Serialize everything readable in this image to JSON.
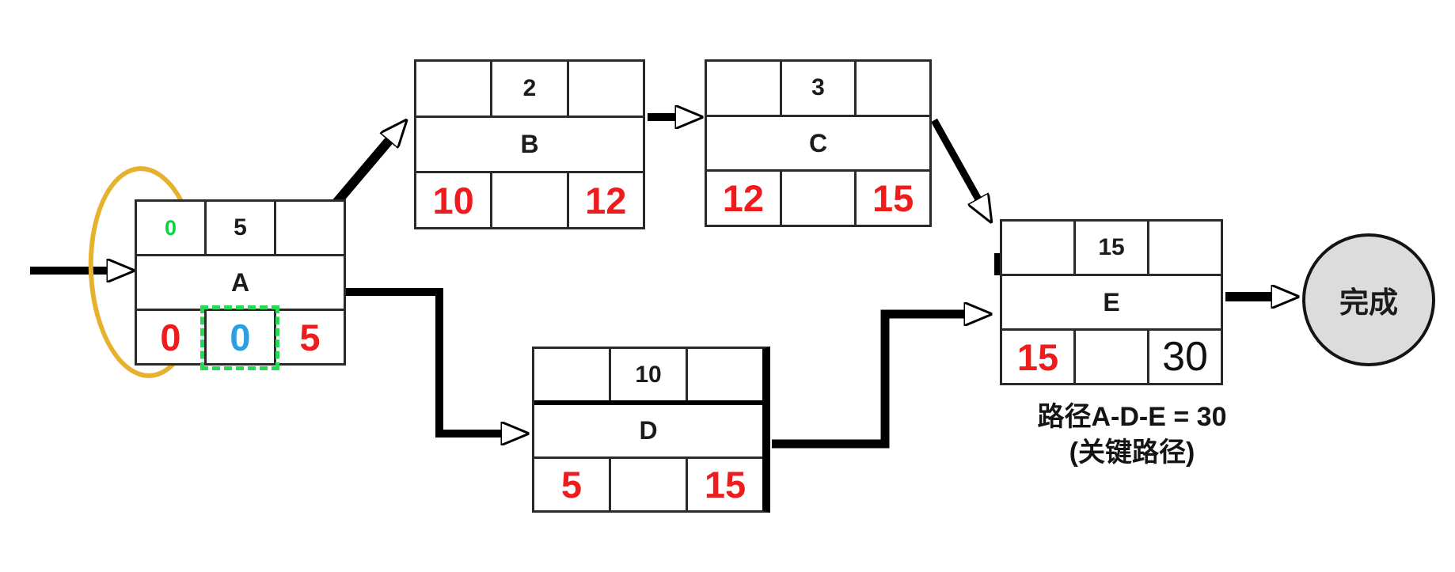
{
  "colors": {
    "red": "#ee1c1c",
    "blue": "#2b9fe0",
    "green": "#0fcf45",
    "yellow": "#e6b22e",
    "dashed_green": "#25da52",
    "circle_fill": "#dcdcdc"
  },
  "nodes": [
    {
      "id": "A",
      "label": "A",
      "top": [
        "0",
        "5",
        ""
      ],
      "bottom": [
        "0",
        "0",
        "5"
      ]
    },
    {
      "id": "B",
      "label": "B",
      "top": [
        "",
        "2",
        ""
      ],
      "bottom": [
        "10",
        "",
        "12"
      ]
    },
    {
      "id": "C",
      "label": "C",
      "top": [
        "",
        "3",
        ""
      ],
      "bottom": [
        "12",
        "",
        "15"
      ]
    },
    {
      "id": "D",
      "label": "D",
      "top": [
        "",
        "10",
        ""
      ],
      "bottom": [
        "5",
        "",
        "15"
      ]
    },
    {
      "id": "E",
      "label": "E",
      "top": [
        "",
        "15",
        ""
      ],
      "bottom": [
        "15",
        "",
        "30"
      ]
    }
  ],
  "end_node": {
    "label": "完成"
  },
  "caption": {
    "line1": "路径A-D-E = 30",
    "line2": "(关键路径)"
  },
  "edges": [
    "start→A",
    "A→B",
    "B→C",
    "C→E",
    "A→D",
    "D→E",
    "E→完成"
  ]
}
